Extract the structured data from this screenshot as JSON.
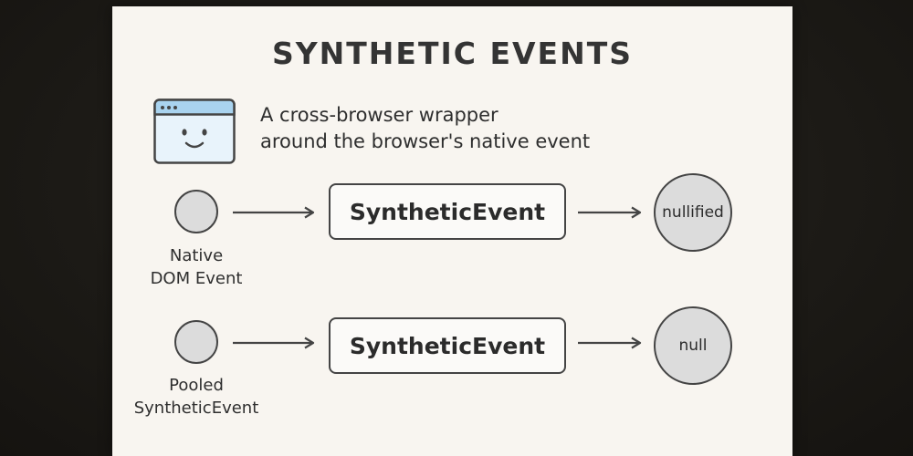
{
  "title": "SYNTHETIC EVENTS",
  "description": {
    "line1": "A cross-browser wrapper",
    "line2": "around the browser's native event"
  },
  "icons": {
    "browser": "browser-window-smiley-icon"
  },
  "rows": [
    {
      "source_label_line1": "Native",
      "source_label_line2": "DOM Event",
      "box_label": "SyntheticEvent",
      "result_label": "nullified"
    },
    {
      "source_label_line1": "Pooled",
      "source_label_line2": "SyntheticEvent",
      "box_label": "SyntheticEvent",
      "result_label": "null"
    }
  ],
  "colors": {
    "card_background": "#f8f5f0",
    "stroke": "#444444",
    "circle_fill": "#dcdcdc",
    "browser_titlebar": "#a9d3ef",
    "browser_body": "#e8f3fb"
  }
}
